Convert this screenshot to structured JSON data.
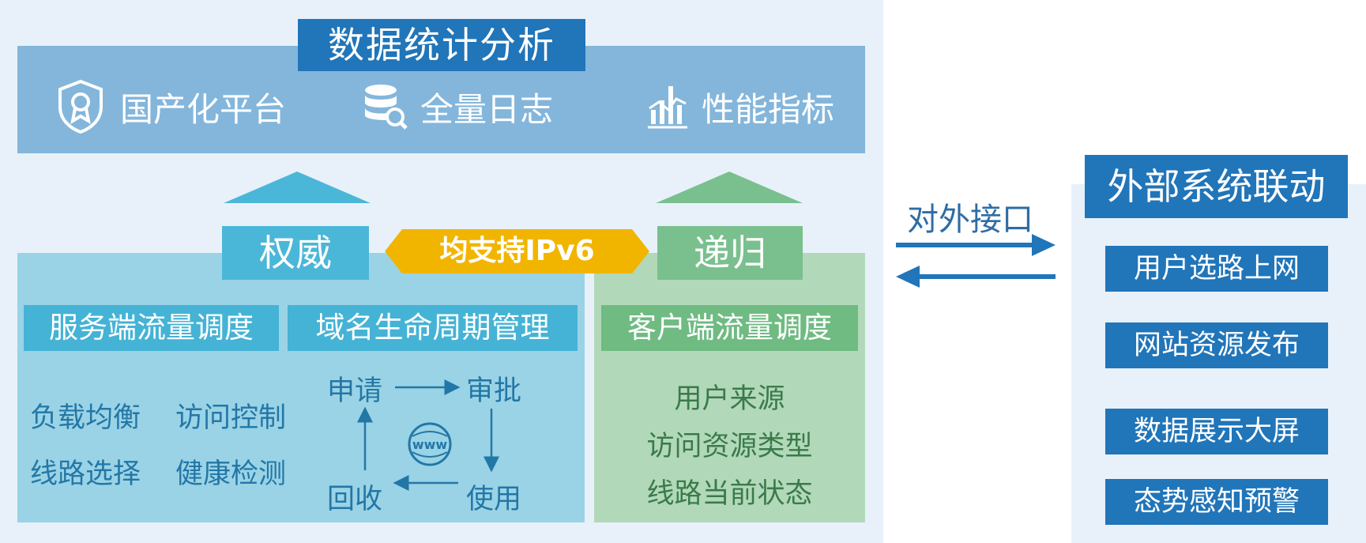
{
  "analysis": {
    "title": "数据统计分析",
    "features": [
      {
        "icon": "shield-badge-icon",
        "label": "国产化平台"
      },
      {
        "icon": "database-search-icon",
        "label": "全量日志"
      },
      {
        "icon": "bar-chart-icon",
        "label": "性能指标"
      }
    ]
  },
  "authoritative": {
    "label": "权威",
    "server_traffic": {
      "title": "服务端流量调度",
      "items": [
        "负载均衡",
        "访问控制",
        "线路选择",
        "健康检测"
      ]
    },
    "lifecycle": {
      "title": "域名生命周期管理",
      "steps": {
        "apply": "申请",
        "approve": "审批",
        "use": "使用",
        "reclaim": "回收"
      },
      "center": "www"
    }
  },
  "ipv6_banner": "均支持IPv6",
  "recursive": {
    "label": "递归",
    "client_traffic": {
      "title": "客户端流量调度",
      "items": [
        "用户来源",
        "访问资源类型",
        "线路当前状态"
      ]
    }
  },
  "interface_label": "对外接口",
  "external": {
    "title": "外部系统联动",
    "items": [
      "用户选路上网",
      "网站资源发布",
      "数据展示大屏",
      "态势感知预警"
    ]
  },
  "colors": {
    "dark_blue": "#2175b9",
    "top_panel": "#84b6db",
    "auth_blue": "#4bb7d8",
    "recur_green": "#79c08e",
    "ipv6_yellow": "#f1b500",
    "background": "#e8f1fa"
  }
}
